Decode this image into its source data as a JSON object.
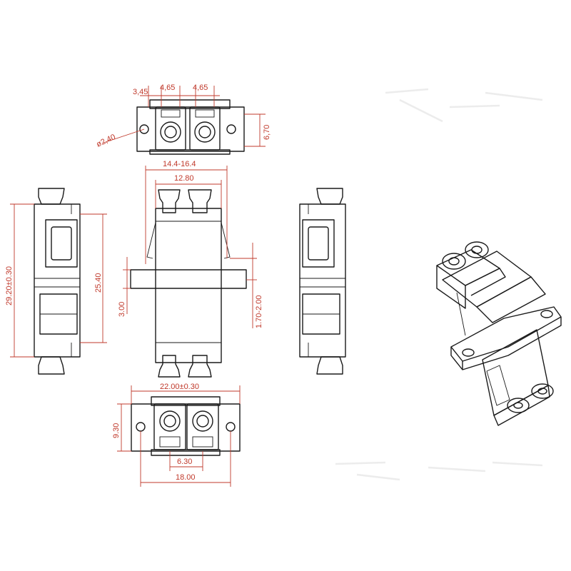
{
  "dimensions": {
    "top_3_45": "3,45",
    "top_4_65_a": "4,65",
    "top_4_65_b": "4,65",
    "top_6_70": "6,70",
    "top_hole": "ø2,40",
    "front_width": "14.4-16.4",
    "front_inner": "12.80",
    "front_3_00": "3.00",
    "front_1_70": "1.70-2.00",
    "left_height": "29.20±0.30",
    "left_25_40": "25.40",
    "bottom_width": "22.00±0.30",
    "bottom_9_30": "9.30",
    "bottom_6_30": "6.30",
    "bottom_18_00": "18.00"
  },
  "colors": {
    "dimension": "#c0392b",
    "outline": "#1a1a1a",
    "background": "#ffffff"
  }
}
